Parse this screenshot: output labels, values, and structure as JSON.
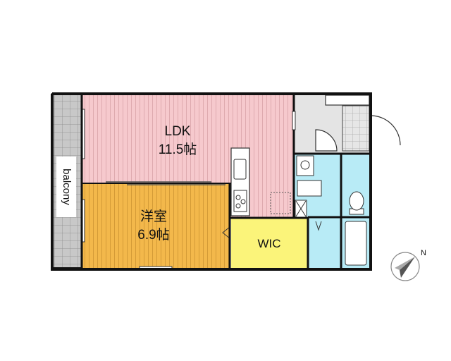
{
  "rooms": {
    "ldk": {
      "name": "LDK",
      "size": "11.5帖"
    },
    "bedroom": {
      "name": "洋室",
      "size": "6.9帖"
    },
    "wic": {
      "name": "WIC"
    },
    "balcony": {
      "name": "balcony"
    }
  },
  "compass": {
    "north_label": "N"
  },
  "colors": {
    "ldk_floor": "#f6c9cd",
    "bedroom_floor": "#f3b84b",
    "wic_floor": "#fbf47a",
    "wet_area": "#b8ebf6",
    "entrance_tile": "#e4e4e4",
    "balcony_tile": "#c8c8c8",
    "wall": "#111111"
  }
}
